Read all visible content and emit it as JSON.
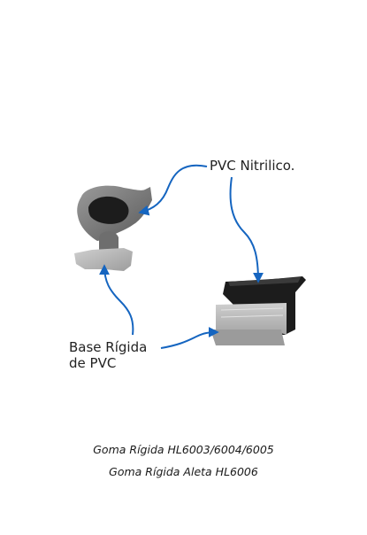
{
  "labels": {
    "pvc_nitrilico": "PVC Nitrilico.",
    "base_line1": "Base Rígida",
    "base_line2": "de PVC"
  },
  "captions": {
    "line1": "Goma Rígida HL6003/6004/6005",
    "line2": "Goma Rígida Aleta HL6006"
  },
  "colors": {
    "arrow": "#1565c0",
    "profile_left": "#7a7a7a",
    "profile_dark": "#1c1c1c",
    "profile_base": "#b9b9b9",
    "text": "#222222"
  }
}
